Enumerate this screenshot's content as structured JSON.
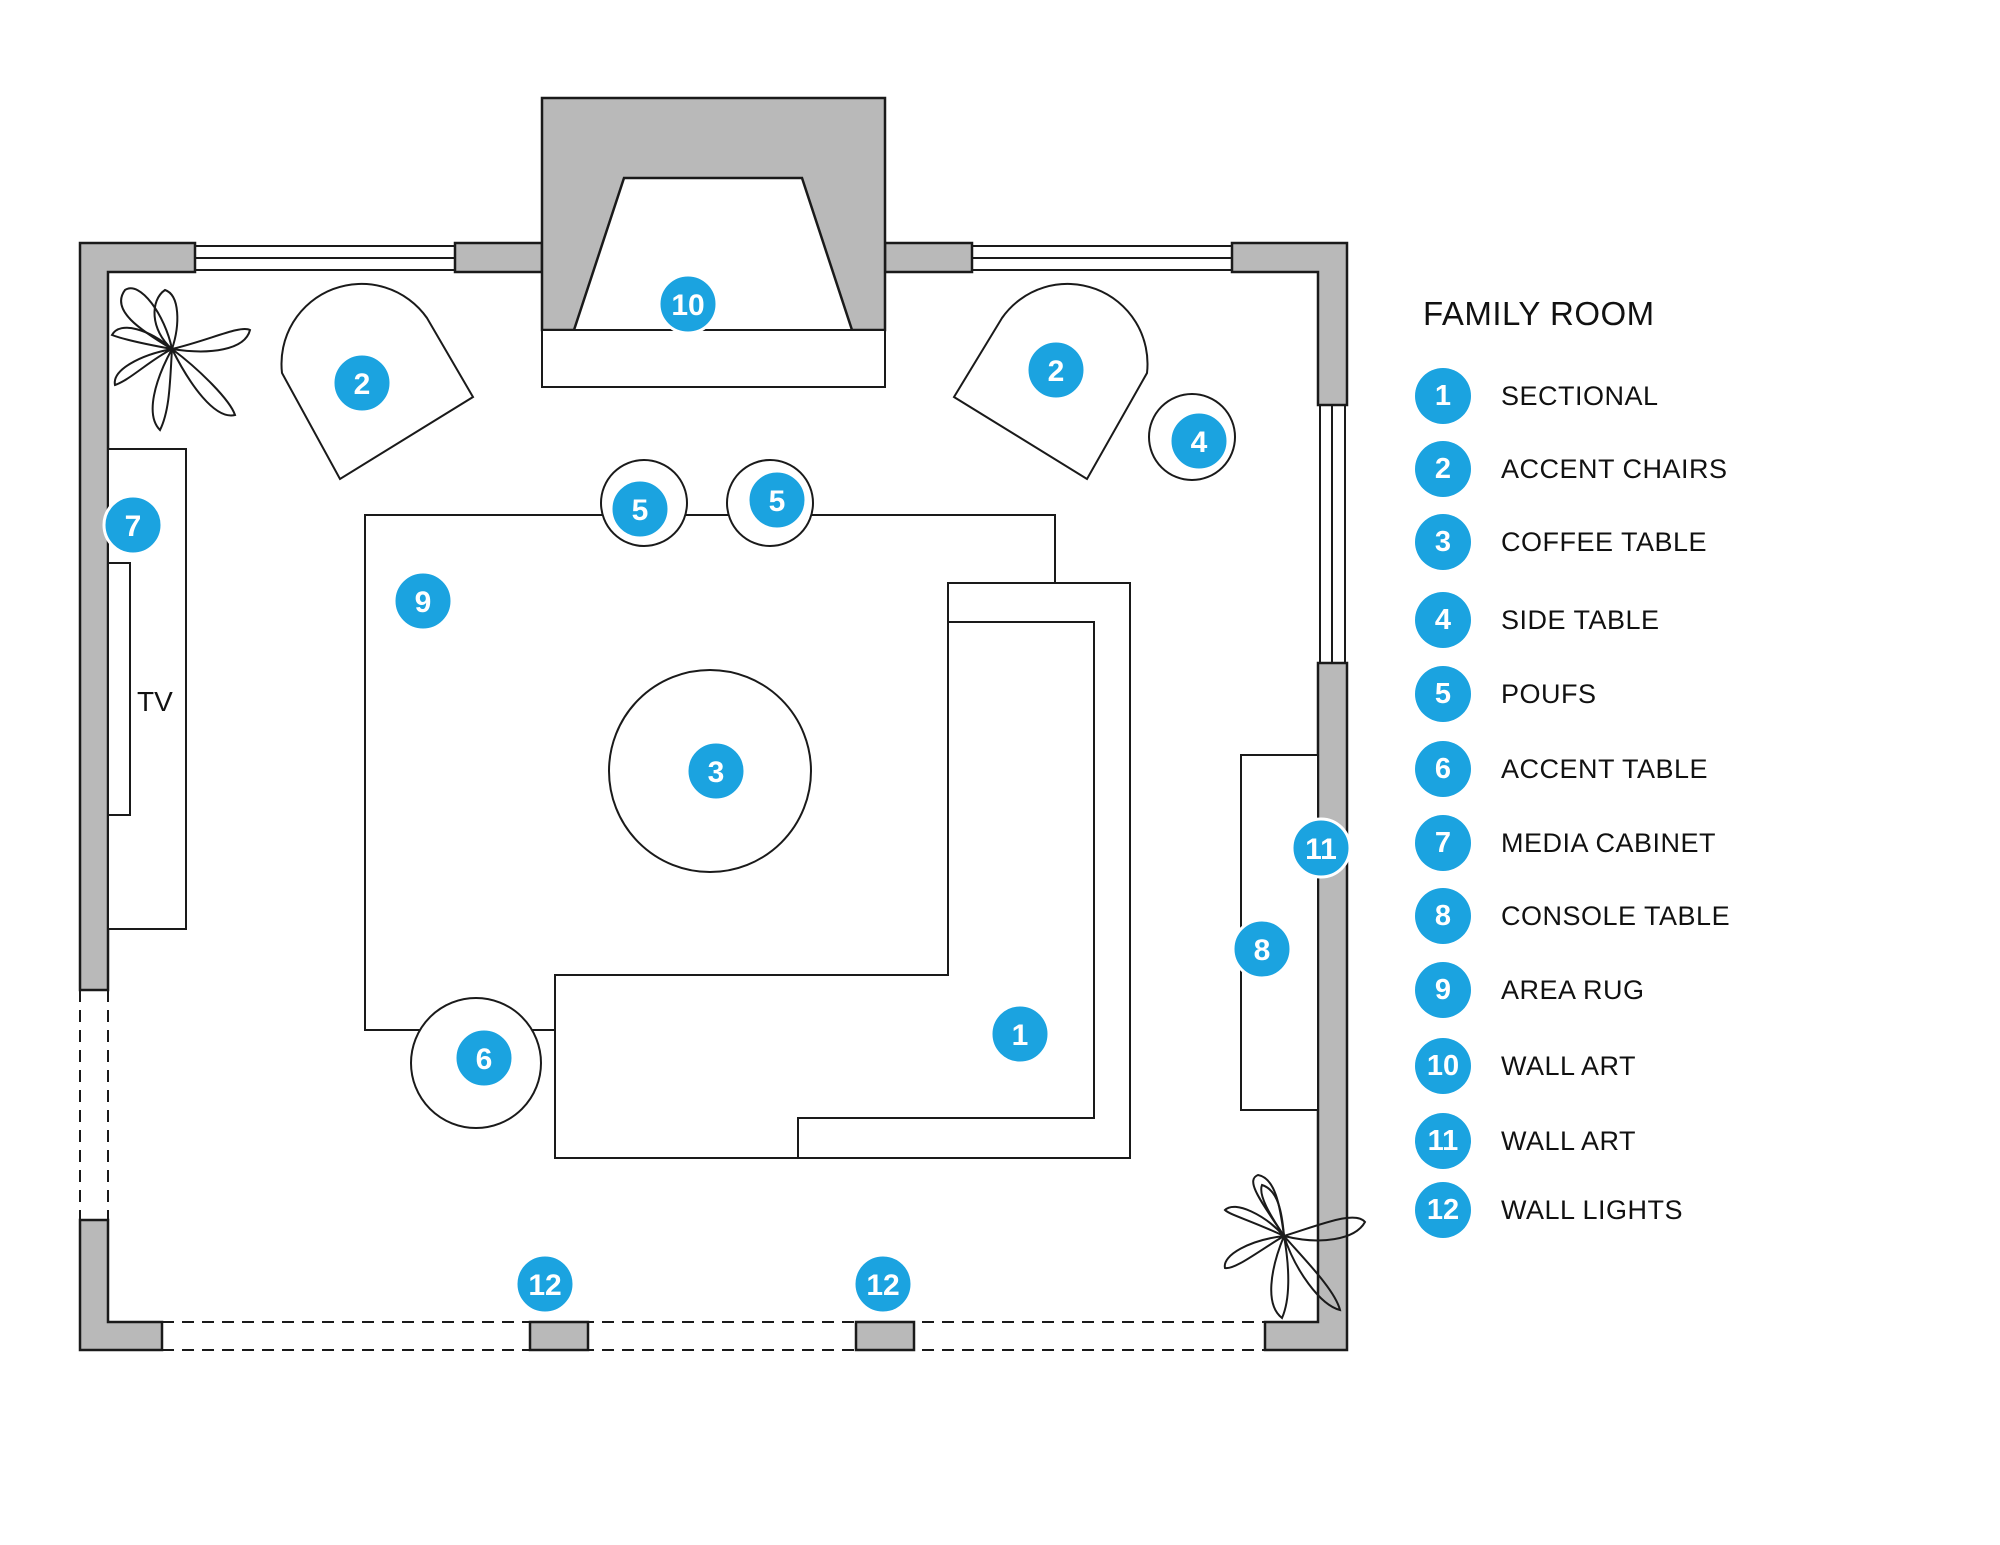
{
  "diagram": {
    "title": "FAMILY ROOM",
    "tv_label": "TV",
    "legend": [
      {
        "num": "1",
        "label": "SECTIONAL"
      },
      {
        "num": "2",
        "label": "ACCENT CHAIRS"
      },
      {
        "num": "3",
        "label": "COFFEE TABLE"
      },
      {
        "num": "4",
        "label": "SIDE TABLE"
      },
      {
        "num": "5",
        "label": "POUFS"
      },
      {
        "num": "6",
        "label": "ACCENT TABLE"
      },
      {
        "num": "7",
        "label": "MEDIA CABINET"
      },
      {
        "num": "8",
        "label": "CONSOLE TABLE"
      },
      {
        "num": "9",
        "label": "AREA RUG"
      },
      {
        "num": "10",
        "label": "WALL ART"
      },
      {
        "num": "11",
        "label": "WALL ART"
      },
      {
        "num": "12",
        "label": "WALL LIGHTS"
      }
    ],
    "badge_color": "#1ba3e0",
    "wall_color": "#b9b9b9"
  }
}
